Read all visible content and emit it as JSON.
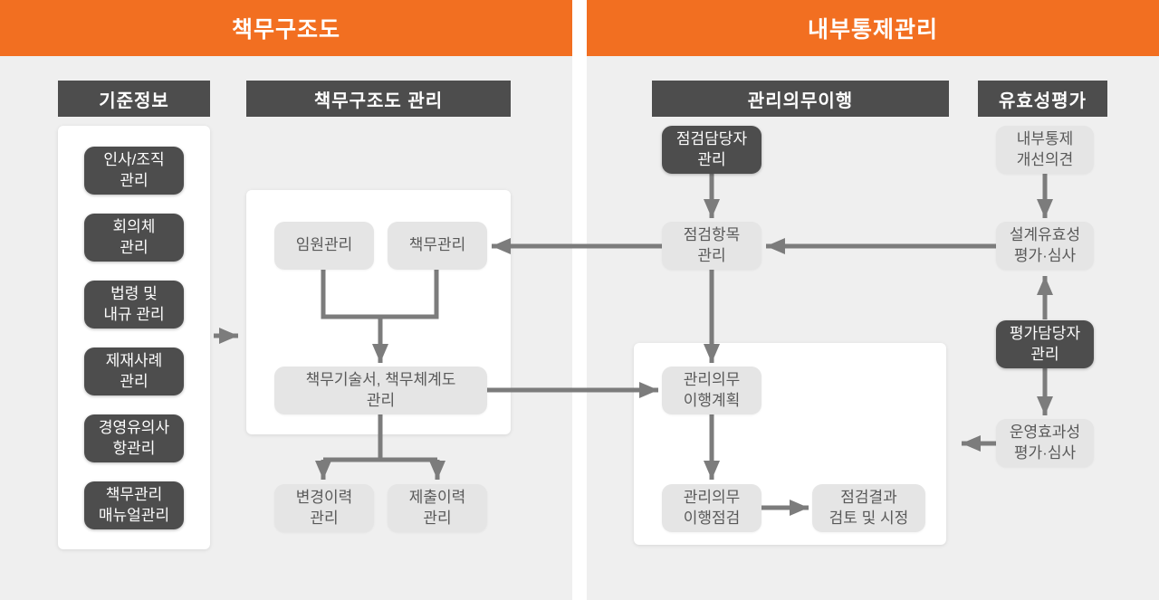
{
  "colors": {
    "banner_orange": "#F26F21",
    "header_dark": "#4D4D4D",
    "box_light": "#E5E5E5",
    "background": "#EFEFEF",
    "panel_white": "#FFFFFF",
    "arrow_gray": "#7C7C7C"
  },
  "left_section": {
    "banner": "책무구조도",
    "base_info": {
      "header": "기준정보",
      "items": [
        "인사/조직\n관리",
        "회의체\n관리",
        "법령 및\n내규 관리",
        "제재사례\n관리",
        "경영유의사\n항관리",
        "책무관리\n매뉴얼관리"
      ]
    },
    "structure_mgmt": {
      "header": "책무구조도 관리",
      "executive_mgmt": "임원관리",
      "duty_mgmt": "책무관리",
      "statement_mgmt": "책무기술서, 책무체계도\n관리",
      "change_history": "변경이력\n관리",
      "submission_history": "제출이력\n관리"
    }
  },
  "right_section": {
    "banner": "내부통제관리",
    "duty_execution": {
      "header": "관리의무이행",
      "inspector_mgmt": "점검담당자\n관리",
      "check_item_mgmt": "점검항목\n관리",
      "execution_plan": "관리의무\n이행계획",
      "execution_check": "관리의무\n이행점검",
      "result_review": "점검결과\n검토 및 시정"
    },
    "effectiveness_eval": {
      "header": "유효성평가",
      "improvement_opinion": "내부통제\n개선의견",
      "design_eval": "설계유효성\n평가·심사",
      "evaluator_mgmt": "평가담당자\n관리",
      "operation_eval": "운영효과성\n평가·심사"
    }
  }
}
